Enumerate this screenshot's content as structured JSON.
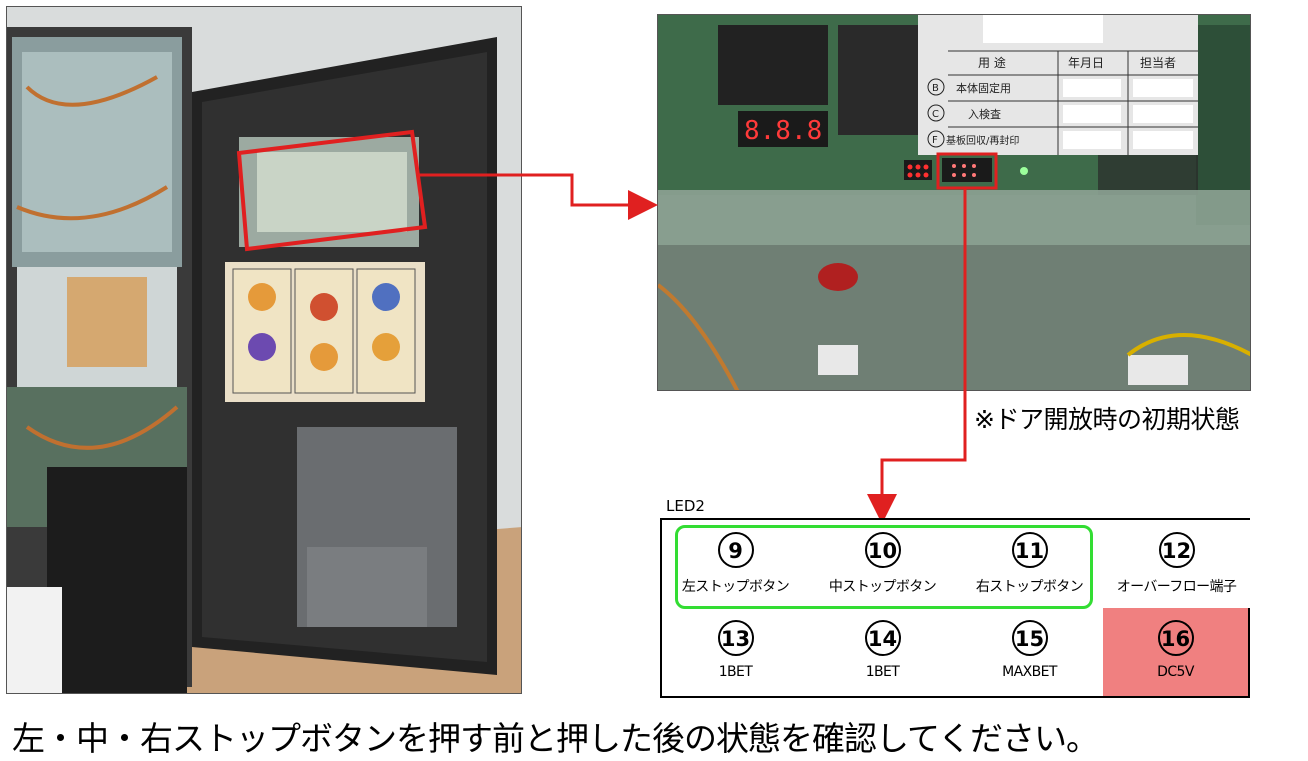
{
  "note": "※ドア開放時の初期状態",
  "led_panel": {
    "title": "LED2",
    "cells": [
      {
        "num": "9",
        "label": "左ストップボタン",
        "color": "#ffffff"
      },
      {
        "num": "10",
        "label": "中ストップボタン",
        "color": "#ffffff"
      },
      {
        "num": "11",
        "label": "右ストップボタン",
        "color": "#ffffff"
      },
      {
        "num": "12",
        "label": "オーバーフロー端子",
        "color": "#ffffff"
      },
      {
        "num": "13",
        "label": "1BET",
        "color": "#ffffff"
      },
      {
        "num": "14",
        "label": "1BET",
        "color": "#ffffff"
      },
      {
        "num": "15",
        "label": "MAXBET",
        "color": "#ffffff"
      },
      {
        "num": "16",
        "label": "DC5V",
        "color": "#f08080"
      }
    ]
  },
  "seal_table": {
    "headers": [
      "用 途",
      "年月日",
      "担当者"
    ],
    "rows": [
      {
        "mark": "B",
        "purpose": "本体固定用"
      },
      {
        "mark": "C",
        "purpose": "入検査"
      },
      {
        "mark": "F",
        "purpose": "基板回収/再封印"
      }
    ]
  },
  "caption": "左・中・右ストップボタンを押す前と押した後の状態を確認してください。",
  "colors": {
    "highlight": "#e02020",
    "group_outline": "#33dd33",
    "lit_cell": "#f08080"
  }
}
